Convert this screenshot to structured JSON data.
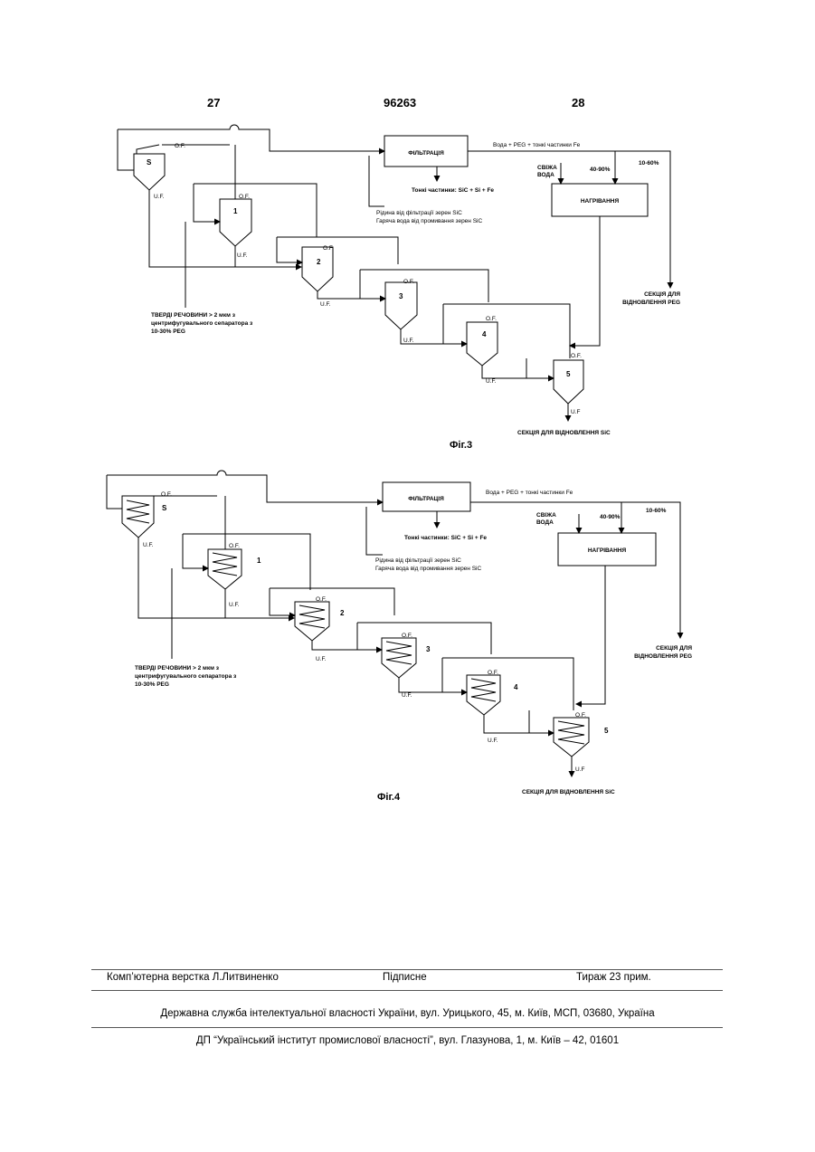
{
  "header": {
    "left_page": "27",
    "patent_no": "96263",
    "right_page": "28"
  },
  "diagram": {
    "filtration": "ФІЛЬТРАЦІЯ",
    "filtrate": "Вода + PEG + тонкі частинки Fe",
    "fines": "Тонкі частинки: SiC + Si + Fe",
    "return_1": "Рідина від фільтрації зерен SiC",
    "return_2": "Гаряча вода від промивання зерен SiC",
    "fresh_water_1": "СВІЖА",
    "fresh_water_2": "ВОДА",
    "heating": "НАГРІВАННЯ",
    "pct_40_90": "40-90%",
    "pct_10_60": "10-60%",
    "peg_section_1": "СЕКЦІЯ ДЛЯ",
    "peg_section_2": "ВІДНОВЛЕННЯ PEG",
    "solids_1": "ТВЕРДІ РЕЧОВИНИ > 2 мкм з",
    "solids_2": "центрифугувального сепаратора з",
    "solids_3": "10-30% PEG",
    "sic_section": "СЕКЦІЯ ДЛЯ ВІДНОВЛЕННЯ SiC",
    "of": "O.F.",
    "uf": "U.F.",
    "uf_last": "U.F",
    "stages": [
      "S",
      "1",
      "2",
      "3",
      "4",
      "5"
    ]
  },
  "figures": {
    "fig3": "Фіг.3",
    "fig4": "Фіг.4"
  },
  "footer": {
    "layout": "Комп’ютерна верстка Л.Литвиненко",
    "signed": "Підписне",
    "copies": "Тираж 23 прим.",
    "agency": "Державна служба інтелектуальної власності України, вул. Урицького, 45, м. Київ, МСП, 03680, Україна",
    "institute": "ДП “Український інститут промислової власності”, вул. Глазунова, 1, м. Київ – 42, 01601"
  }
}
